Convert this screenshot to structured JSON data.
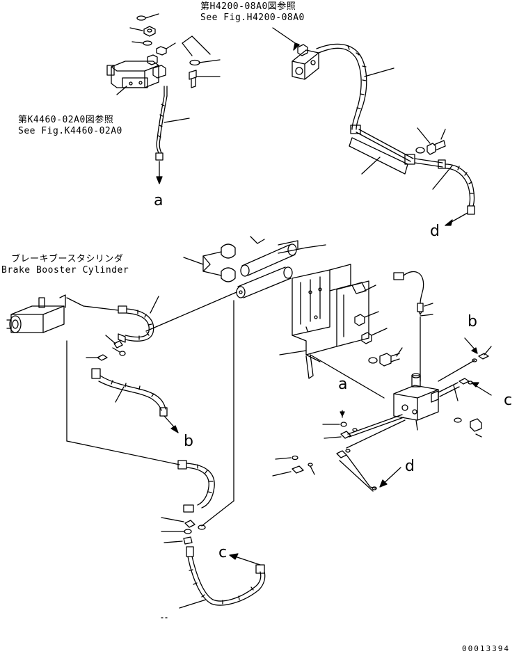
{
  "references": {
    "h4200_jp": "第H4200-08A0図参照",
    "h4200_en": "See Fig.H4200-08A0",
    "k4460_jp": "第K4460-02A0図参照",
    "k4460_en": "See Fig.K4460-02A0",
    "booster_jp": "ブレーキブースタシリンダ",
    "booster_en": "Brake Booster Cylinder"
  },
  "callouts": {
    "a_top": "a",
    "a_mid": "a",
    "b_left": "b",
    "b_right": "b",
    "c_right": "c",
    "c_bottom": "c",
    "d_top": "d",
    "d_mid": "d"
  },
  "part_number": "00013394"
}
